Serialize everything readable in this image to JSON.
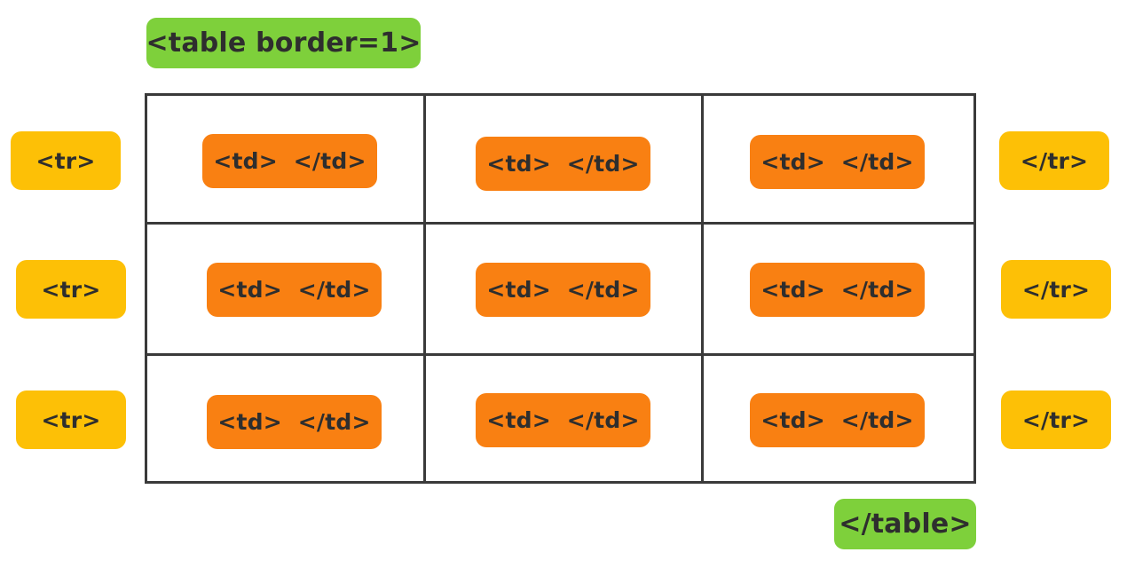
{
  "diagram": {
    "title_tag": "<table border=1>",
    "close_tag": "</table>",
    "row_open_label": "<tr>",
    "row_close_label": "</tr>",
    "cell_label": "<td>  </td>",
    "colors": {
      "table_tag_bg": "#7ed03b",
      "row_tag_bg": "#fdc006",
      "cell_tag_bg": "#f98012",
      "border": "#3a3a3a",
      "text": "#2e2e2e",
      "background": "#ffffff"
    },
    "grid": {
      "rows": 3,
      "columns": 3
    },
    "rows": [
      {
        "open": "<tr>",
        "close": "</tr>",
        "cells": [
          "<td>  </td>",
          "<td>  </td>",
          "<td>  </td>"
        ]
      },
      {
        "open": "<tr>",
        "close": "</tr>",
        "cells": [
          "<td>  </td>",
          "<td>  </td>",
          "<td>  </td>"
        ]
      },
      {
        "open": "<tr>",
        "close": "</tr>",
        "cells": [
          "<td>  </td>",
          "<td>  </td>",
          "<td>  </td>"
        ]
      }
    ]
  }
}
